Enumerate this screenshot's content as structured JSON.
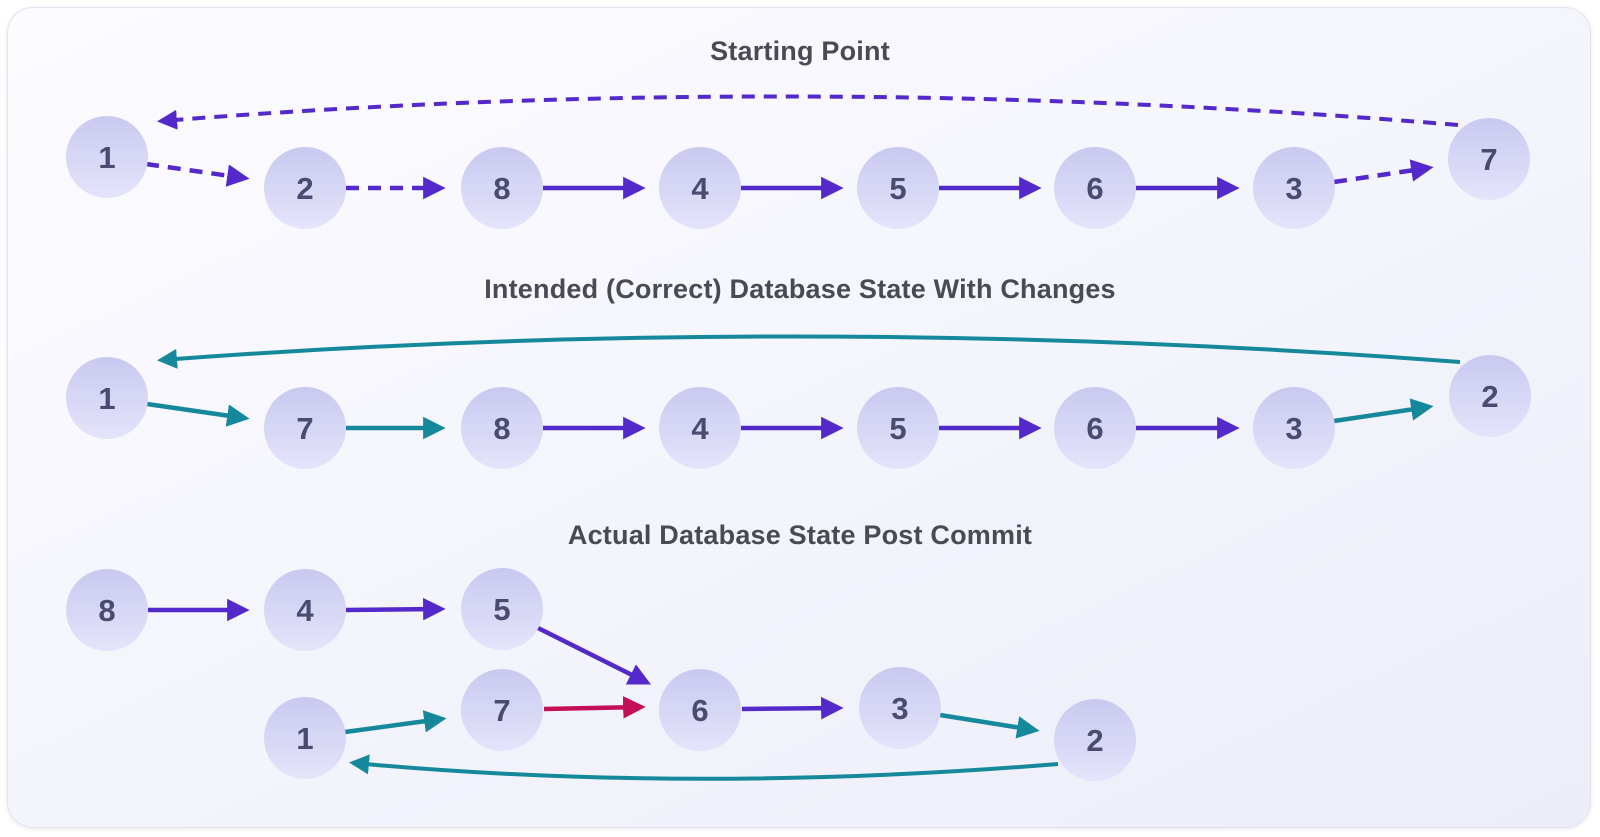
{
  "colors": {
    "purple_arrow": "#5329cb",
    "teal_arrow": "#16889b",
    "red_arrow": "#c40e55",
    "node_fill_top": "#c9c9f0",
    "node_fill_bottom": "#e4e4fb",
    "node_label": "#4b4b72",
    "title_text": "#4a4a52"
  },
  "sections": [
    {
      "title": "Starting Point",
      "nodes": [
        "1",
        "2",
        "8",
        "4",
        "5",
        "6",
        "3",
        "7"
      ],
      "edges": [
        {
          "from": "1",
          "to": "2",
          "style": "dashed",
          "color": "purple"
        },
        {
          "from": "2",
          "to": "8",
          "style": "dashed",
          "color": "purple"
        },
        {
          "from": "8",
          "to": "4",
          "style": "solid",
          "color": "purple"
        },
        {
          "from": "4",
          "to": "5",
          "style": "solid",
          "color": "purple"
        },
        {
          "from": "5",
          "to": "6",
          "style": "solid",
          "color": "purple"
        },
        {
          "from": "6",
          "to": "3",
          "style": "solid",
          "color": "purple"
        },
        {
          "from": "3",
          "to": "7",
          "style": "dashed",
          "color": "purple"
        },
        {
          "from": "7",
          "to": "1",
          "style": "dashed-curve",
          "color": "purple"
        }
      ]
    },
    {
      "title": "Intended (Correct) Database State With Changes",
      "nodes": [
        "1",
        "7",
        "8",
        "4",
        "5",
        "6",
        "3",
        "2"
      ],
      "edges": [
        {
          "from": "1",
          "to": "7",
          "style": "solid",
          "color": "teal"
        },
        {
          "from": "7",
          "to": "8",
          "style": "solid",
          "color": "teal"
        },
        {
          "from": "8",
          "to": "4",
          "style": "solid",
          "color": "purple"
        },
        {
          "from": "4",
          "to": "5",
          "style": "solid",
          "color": "purple"
        },
        {
          "from": "5",
          "to": "6",
          "style": "solid",
          "color": "purple"
        },
        {
          "from": "6",
          "to": "3",
          "style": "solid",
          "color": "purple"
        },
        {
          "from": "3",
          "to": "2",
          "style": "solid",
          "color": "teal"
        },
        {
          "from": "2",
          "to": "1",
          "style": "curve",
          "color": "teal"
        }
      ]
    },
    {
      "title": "Actual Database State Post Commit",
      "nodes": [
        "8",
        "4",
        "5",
        "6",
        "1",
        "7",
        "3",
        "2"
      ],
      "edges": [
        {
          "from": "8",
          "to": "4",
          "style": "solid",
          "color": "purple"
        },
        {
          "from": "4",
          "to": "5",
          "style": "solid",
          "color": "purple"
        },
        {
          "from": "5",
          "to": "6",
          "style": "solid",
          "color": "purple"
        },
        {
          "from": "1",
          "to": "7",
          "style": "solid",
          "color": "teal"
        },
        {
          "from": "7",
          "to": "6",
          "style": "solid",
          "color": "red"
        },
        {
          "from": "6",
          "to": "3",
          "style": "solid",
          "color": "purple"
        },
        {
          "from": "3",
          "to": "2",
          "style": "solid",
          "color": "teal"
        },
        {
          "from": "2",
          "to": "1",
          "style": "curve",
          "color": "teal"
        }
      ]
    }
  ]
}
